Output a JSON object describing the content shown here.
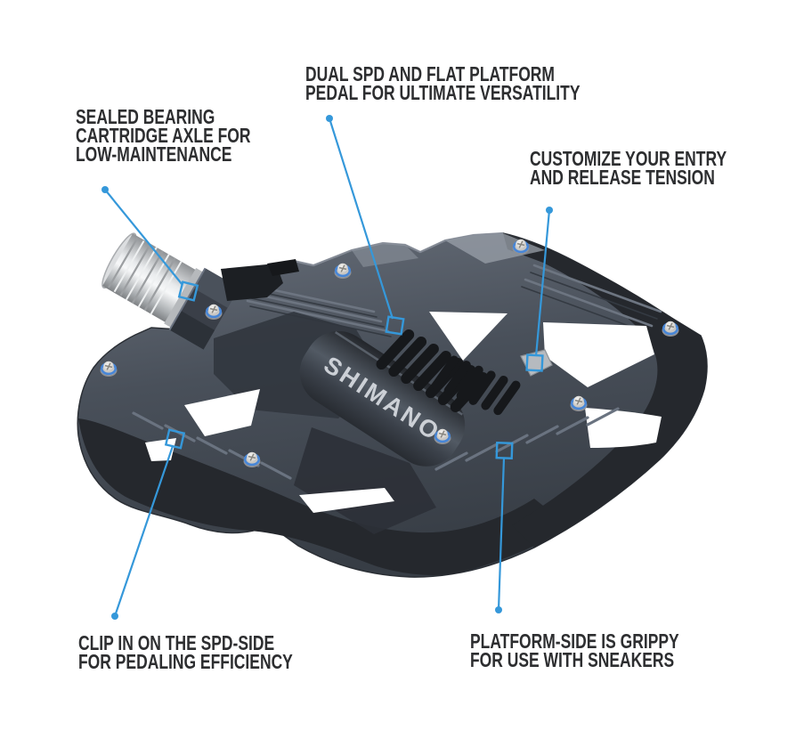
{
  "figure": {
    "brand_logo": "SHIMANO",
    "description": "annotated dual-sided SPD and flat platform bicycle pedal"
  },
  "colors": {
    "figure_bg": "#ffffff",
    "label_text": "#2d2e30",
    "callout_accent": "#3598da",
    "pedal_body": "#474e58",
    "pedal_rim_dark": "#25282d",
    "axle_silver": "#d9dbdd",
    "pin_washer_blue": "#4886d6",
    "spring_black": "#16181b",
    "logo_text": "#ccd0d6"
  },
  "callouts": [
    {
      "id": "sealed-bearing-axle",
      "lines": [
        "SEALED BEARING",
        "CARTRIDGE AXLE FOR",
        "LOW-MAINTENANCE"
      ]
    },
    {
      "id": "dual-platform",
      "lines": [
        "DUAL SPD AND FLAT PLATFORM",
        "PEDAL FOR ULTIMATE VERSATILITY"
      ]
    },
    {
      "id": "entry-release-tension",
      "lines": [
        "CUSTOMIZE YOUR ENTRY",
        "AND RELEASE TENSION"
      ]
    },
    {
      "id": "clip-in-spd-side",
      "lines": [
        "CLIP IN ON THE SPD-SIDE",
        "FOR PEDALING EFFICIENCY"
      ]
    },
    {
      "id": "platform-side-grip",
      "lines": [
        "PLATFORM-SIDE IS GRIPPY",
        "FOR USE WITH SNEAKERS"
      ]
    }
  ]
}
